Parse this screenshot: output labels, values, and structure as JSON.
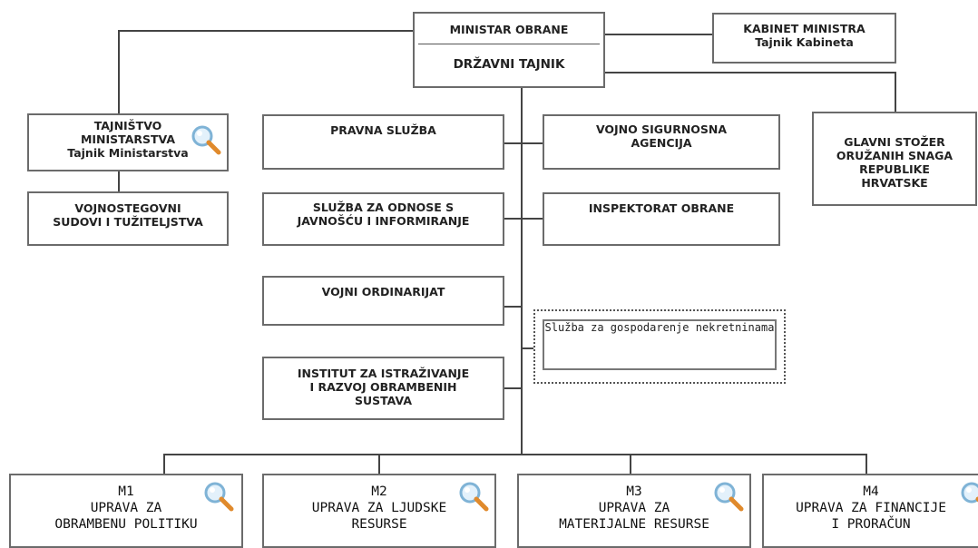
{
  "minister": {
    "title": "MINISTAR OBRANE",
    "subtitle": "DRŽAVNI TAJNIK"
  },
  "cabinet": {
    "line1": "KABINET MINISTRA",
    "line2": "Tajnik Kabineta"
  },
  "secretariat": {
    "line1": "TAJNIŠTVO",
    "line2": "MINISTARSTVA",
    "line3": "Tajnik Ministarstva"
  },
  "courts": {
    "line1": "VOJNOSTEGOVNI",
    "line2": "SUDOVI I TUŽITELJSTVA"
  },
  "general_staff": {
    "line1": "GLAVNI STOŽER",
    "line2": "ORUŽANIH SNAGA",
    "line3": "REPUBLIKE",
    "line4": "HRVATSKE"
  },
  "legal": {
    "line1": "PRAVNA SLUŽBA"
  },
  "security_agency": {
    "line1": "VOJNO SIGURNOSNA",
    "line2": "AGENCIJA"
  },
  "public_relations": {
    "line1": "SLUŽBA ZA ODNOSE S",
    "line2": "JAVNOŠĆU I INFORMIRANJE"
  },
  "inspectorate": {
    "line1": "INSPEKTORAT OBRANE"
  },
  "ordinariate": {
    "line1": "VOJNI ORDINARIJAT"
  },
  "real_estate": {
    "line1": "Služba za gospodarenje",
    "line2": "nekretninama"
  },
  "institute": {
    "line1": "INSTITUT ZA ISTRAŽIVANJE",
    "line2": "I RAZVOJ OBRAMBENIH",
    "line3": "SUSTAVA"
  },
  "m1": {
    "code": "M1",
    "line1": "UPRAVA ZA",
    "line2": "OBRAMBENU POLITIKU"
  },
  "m2": {
    "code": "M2",
    "line1": "UPRAVA ZA LJUDSKE",
    "line2": "RESURSE"
  },
  "m3": {
    "code": "M3",
    "line1": "UPRAVA ZA",
    "line2": "MATERIJALNE RESURSE"
  },
  "m4": {
    "code": "M4",
    "line1": "UPRAVA ZA FINANCIJE",
    "line2": "I PRORAČUN"
  },
  "icons": {
    "magnifier": "magnifier-icon"
  }
}
